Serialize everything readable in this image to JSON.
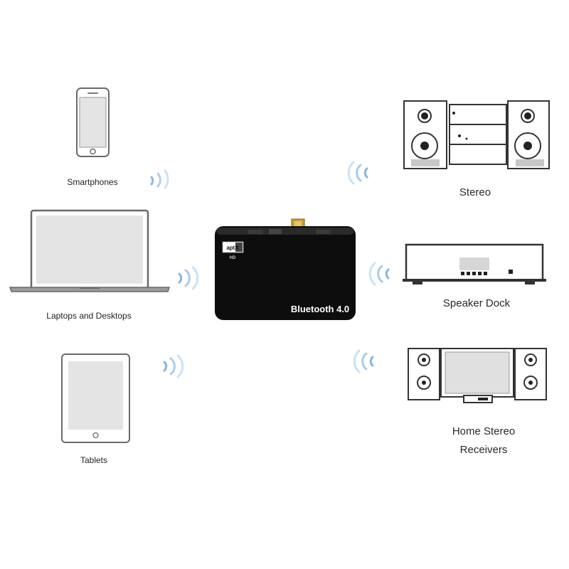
{
  "colors": {
    "outline": "#6a6a6a",
    "screen": "#e4e4e4",
    "device_body": "#0d0d0d",
    "signal": "#6fa8dc",
    "gold": "#c9a233"
  },
  "center_device": {
    "model_text": "Bluetooth 4.0",
    "logo_text": "aptX",
    "logo_subtext": "HD",
    "icon": "bluetooth-receiver-icon"
  },
  "sources": [
    {
      "label": "Smartphones",
      "icon": "smartphone-icon"
    },
    {
      "label": "Laptops and Desktops",
      "icon": "laptop-icon"
    },
    {
      "label": "Tablets",
      "icon": "tablet-icon"
    }
  ],
  "outputs": [
    {
      "label": "Stereo",
      "icon": "stereo-icon"
    },
    {
      "label": "Speaker Dock",
      "icon": "speaker-dock-icon"
    },
    {
      "label_line1": "Home Stereo",
      "label_line2": "Receivers",
      "icon": "home-stereo-icon"
    }
  ]
}
